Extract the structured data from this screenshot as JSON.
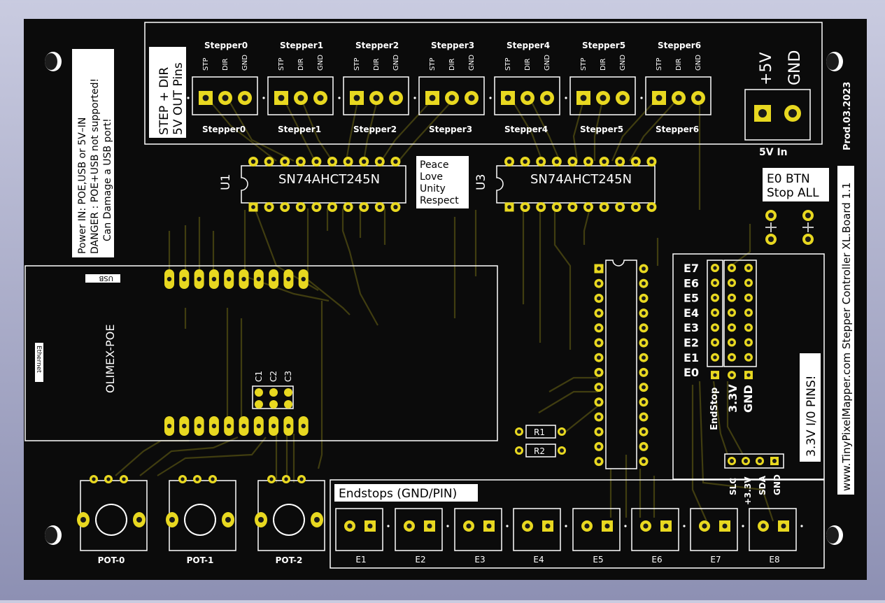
{
  "board": {
    "title": "www.TinyPixelMapper.com Stepper Controller XL.Board 1.1",
    "prod": "Prod.03.2023",
    "colors": {
      "board": "#0b0b0b",
      "silk": "#ffffff",
      "pad": "#e8d820",
      "trace": "#403d10"
    }
  },
  "power_note": {
    "line1": "Power IN: POE,USB or 5V–IN",
    "line2": "DANGER : POE+USB not supported!",
    "line3": "Can Damage a USB port!"
  },
  "step_dir_label": {
    "line1": "STEP + DIR",
    "line2": "5V OUT Pins"
  },
  "steppers": [
    {
      "top": "Stepper0",
      "bottom": "Stepper0"
    },
    {
      "top": "Stepper1",
      "bottom": "Stepper1"
    },
    {
      "top": "Stepper2",
      "bottom": "Stepper2"
    },
    {
      "top": "Stepper3",
      "bottom": "Stepper3"
    },
    {
      "top": "Stepper4",
      "bottom": "Stepper4"
    },
    {
      "top": "Stepper5",
      "bottom": "Stepper5"
    },
    {
      "top": "Stepper6",
      "bottom": "Stepper6"
    }
  ],
  "pin_labels": [
    "STP",
    "DIR",
    "GND"
  ],
  "power_in": {
    "plus": "+5V",
    "gnd": "GND",
    "label": "5V In"
  },
  "chips": {
    "u1": {
      "ref": "U1",
      "part": "SN74AHCT245N"
    },
    "u3": {
      "ref": "U3",
      "part": "SN74AHCT245N"
    }
  },
  "motto": [
    "Peace",
    "Love",
    "Unity",
    "Respect"
  ],
  "e0_btn": {
    "line1": "E0 BTN",
    "line2": "Stop ALL"
  },
  "olimex": {
    "name": "OLIMEX-POE",
    "usb": "USB",
    "eth": "Ethernet"
  },
  "caps": [
    "C1",
    "C2",
    "C3"
  ],
  "io_header": {
    "rows": [
      "E7",
      "E6",
      "E5",
      "E4",
      "E3",
      "E2",
      "E1",
      "E0"
    ],
    "endstop": "EndStop",
    "v33": "3.3V",
    "gnd": "GND",
    "warning": "3.3V I/0 PINS!"
  },
  "i2c": [
    "SLC",
    "+3.3V",
    "SDA",
    "GND"
  ],
  "resistors": [
    "R1",
    "R2"
  ],
  "pots": [
    "POT-0",
    "POT-1",
    "POT-2"
  ],
  "endstops": {
    "title": "Endstops (GND/PIN)",
    "items": [
      "E1",
      "E2",
      "E3",
      "E4",
      "E5",
      "E6",
      "E7",
      "E8"
    ]
  }
}
